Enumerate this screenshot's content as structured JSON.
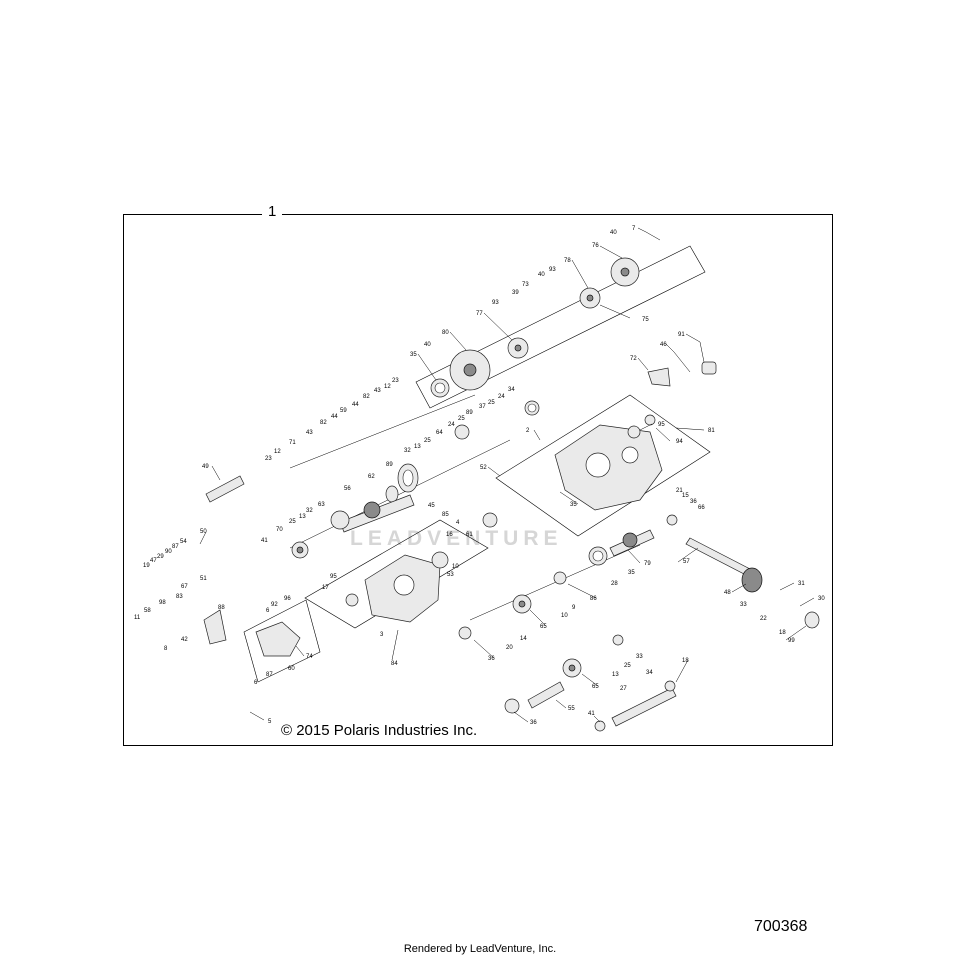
{
  "diagram": {
    "assembly_label": "1",
    "copyright": "© 2015 Polaris Industries Inc.",
    "diagram_number": "700368",
    "rendered_by": "Rendered by LeadVenture, Inc.",
    "watermark": "LEADVENTURE"
  },
  "callouts": [
    {
      "id": "c7",
      "text": "7"
    },
    {
      "id": "c40a",
      "text": "40"
    },
    {
      "id": "c76",
      "text": "76"
    },
    {
      "id": "c78",
      "text": "78"
    },
    {
      "id": "c93a",
      "text": "93"
    },
    {
      "id": "c40b",
      "text": "40"
    },
    {
      "id": "c73",
      "text": "73"
    },
    {
      "id": "c39",
      "text": "39"
    },
    {
      "id": "c93b",
      "text": "93"
    },
    {
      "id": "c75",
      "text": "75"
    },
    {
      "id": "c77",
      "text": "77"
    },
    {
      "id": "c80",
      "text": "80"
    },
    {
      "id": "c40c",
      "text": "40"
    },
    {
      "id": "c35a",
      "text": "35"
    },
    {
      "id": "c91",
      "text": "91"
    },
    {
      "id": "c46",
      "text": "46"
    },
    {
      "id": "c72",
      "text": "72"
    },
    {
      "id": "c23a",
      "text": "23"
    },
    {
      "id": "c12a",
      "text": "12"
    },
    {
      "id": "c43a",
      "text": "43"
    },
    {
      "id": "c82a",
      "text": "82"
    },
    {
      "id": "c44a",
      "text": "44"
    },
    {
      "id": "c59",
      "text": "59"
    },
    {
      "id": "c44b",
      "text": "44"
    },
    {
      "id": "c82b",
      "text": "82"
    },
    {
      "id": "c43b",
      "text": "43"
    },
    {
      "id": "c71",
      "text": "71"
    },
    {
      "id": "c12b",
      "text": "12"
    },
    {
      "id": "c23b",
      "text": "23"
    },
    {
      "id": "c34a",
      "text": "34"
    },
    {
      "id": "c24a",
      "text": "24"
    },
    {
      "id": "c25a",
      "text": "25"
    },
    {
      "id": "c37",
      "text": "37"
    },
    {
      "id": "c89a",
      "text": "89"
    },
    {
      "id": "c25b",
      "text": "25"
    },
    {
      "id": "c24b",
      "text": "24"
    },
    {
      "id": "c64",
      "text": "64"
    },
    {
      "id": "c25c",
      "text": "25"
    },
    {
      "id": "c13a",
      "text": "13"
    },
    {
      "id": "c32a",
      "text": "32"
    },
    {
      "id": "c2",
      "text": "2"
    },
    {
      "id": "c95a",
      "text": "95"
    },
    {
      "id": "c94",
      "text": "94"
    },
    {
      "id": "c81",
      "text": "81"
    },
    {
      "id": "c49",
      "text": "49"
    },
    {
      "id": "c62",
      "text": "62"
    },
    {
      "id": "c89b",
      "text": "89"
    },
    {
      "id": "c52",
      "text": "52"
    },
    {
      "id": "c56",
      "text": "56"
    },
    {
      "id": "c45",
      "text": "45"
    },
    {
      "id": "c85",
      "text": "85"
    },
    {
      "id": "c4",
      "text": "4"
    },
    {
      "id": "c35b",
      "text": "35"
    },
    {
      "id": "c21",
      "text": "21"
    },
    {
      "id": "c15",
      "text": "15"
    },
    {
      "id": "c36a",
      "text": "36"
    },
    {
      "id": "c66",
      "text": "66"
    },
    {
      "id": "c63",
      "text": "63"
    },
    {
      "id": "c32b",
      "text": "32"
    },
    {
      "id": "c13b",
      "text": "13"
    },
    {
      "id": "c25d",
      "text": "25"
    },
    {
      "id": "c70",
      "text": "70"
    },
    {
      "id": "c41a",
      "text": "41"
    },
    {
      "id": "c50",
      "text": "50"
    },
    {
      "id": "c54",
      "text": "54"
    },
    {
      "id": "c87a",
      "text": "87"
    },
    {
      "id": "c90",
      "text": "90"
    },
    {
      "id": "c29",
      "text": "29"
    },
    {
      "id": "c47",
      "text": "47"
    },
    {
      "id": "c19",
      "text": "19"
    },
    {
      "id": "c16",
      "text": "16"
    },
    {
      "id": "c10a",
      "text": "10"
    },
    {
      "id": "c53",
      "text": "53"
    },
    {
      "id": "c61",
      "text": "61"
    },
    {
      "id": "c79",
      "text": "79"
    },
    {
      "id": "c57",
      "text": "57"
    },
    {
      "id": "c28",
      "text": "28"
    },
    {
      "id": "c35c",
      "text": "35"
    },
    {
      "id": "c48",
      "text": "48"
    },
    {
      "id": "c31",
      "text": "31"
    },
    {
      "id": "c30",
      "text": "30"
    },
    {
      "id": "c33a",
      "text": "33"
    },
    {
      "id": "c22",
      "text": "22"
    },
    {
      "id": "c18a",
      "text": "18"
    },
    {
      "id": "c99",
      "text": "99"
    },
    {
      "id": "c51",
      "text": "51"
    },
    {
      "id": "c95b",
      "text": "95"
    },
    {
      "id": "c17",
      "text": "17"
    },
    {
      "id": "c83",
      "text": "83"
    },
    {
      "id": "c67",
      "text": "67"
    },
    {
      "id": "c98",
      "text": "98"
    },
    {
      "id": "c58",
      "text": "58"
    },
    {
      "id": "c11",
      "text": "11"
    },
    {
      "id": "c88",
      "text": "88"
    },
    {
      "id": "c96",
      "text": "96"
    },
    {
      "id": "c92",
      "text": "92"
    },
    {
      "id": "c6a",
      "text": "6"
    },
    {
      "id": "c42",
      "text": "42"
    },
    {
      "id": "c3",
      "text": "3"
    },
    {
      "id": "c84",
      "text": "84"
    },
    {
      "id": "c8",
      "text": "8"
    },
    {
      "id": "c74",
      "text": "74"
    },
    {
      "id": "c60",
      "text": "60"
    },
    {
      "id": "c87b",
      "text": "87"
    },
    {
      "id": "c6b",
      "text": "6"
    },
    {
      "id": "c5",
      "text": "5"
    },
    {
      "id": "c86",
      "text": "86"
    },
    {
      "id": "c9",
      "text": "9"
    },
    {
      "id": "c10b",
      "text": "10"
    },
    {
      "id": "c65a",
      "text": "65"
    },
    {
      "id": "c14",
      "text": "14"
    },
    {
      "id": "c20",
      "text": "20"
    },
    {
      "id": "c36b",
      "text": "36"
    },
    {
      "id": "c33b",
      "text": "33"
    },
    {
      "id": "c25e",
      "text": "25"
    },
    {
      "id": "c13c",
      "text": "13"
    },
    {
      "id": "c65b",
      "text": "65"
    },
    {
      "id": "c34b",
      "text": "34"
    },
    {
      "id": "c18b",
      "text": "18"
    },
    {
      "id": "c27",
      "text": "27"
    },
    {
      "id": "c55",
      "text": "55"
    },
    {
      "id": "c36c",
      "text": "36"
    },
    {
      "id": "c41b",
      "text": "41"
    }
  ]
}
